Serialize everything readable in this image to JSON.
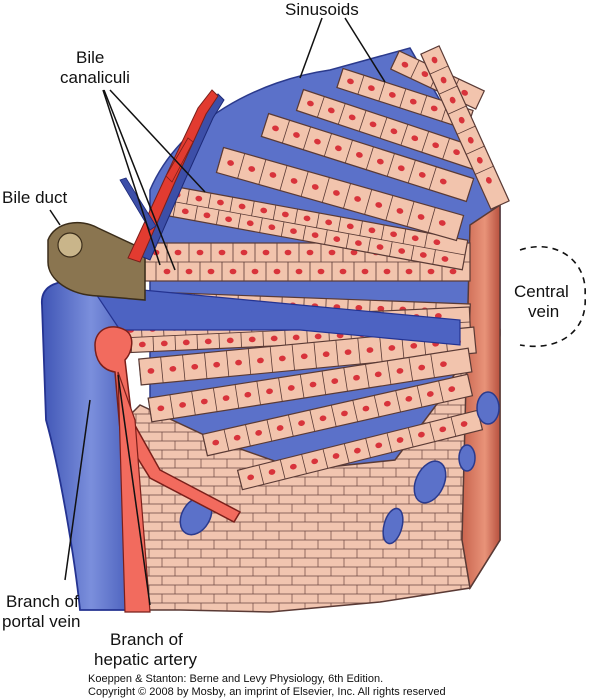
{
  "labels": {
    "sinusoids": "Sinusoids",
    "bile_canaliculi_1": "Bile",
    "bile_canaliculi_2": "canaliculi",
    "bile_duct": "Bile duct",
    "central_vein_1": "Central",
    "central_vein_2": "vein",
    "portal_vein_1": "Branch of",
    "portal_vein_2": "portal vein",
    "hepatic_artery_1": "Branch of",
    "hepatic_artery_2": "hepatic artery"
  },
  "credit": {
    "line1": "Koeppen & Stanton: Berne and Levy Physiology, 6th Edition.",
    "line2": "Copyright © 2008 by Mosby, an imprint of Elsevier, Inc. All rights reserved"
  },
  "colors": {
    "hepatocyte": "#f2c4ad",
    "nucleus": "#d8333b",
    "sinusoid": "#5b71c9",
    "sinusoid_dark": "#3d4fa8",
    "artery": "#f26b5e",
    "bile_duct": "#8a7550",
    "tissue": "#f1c5b0",
    "outline": "#5a3a35"
  }
}
